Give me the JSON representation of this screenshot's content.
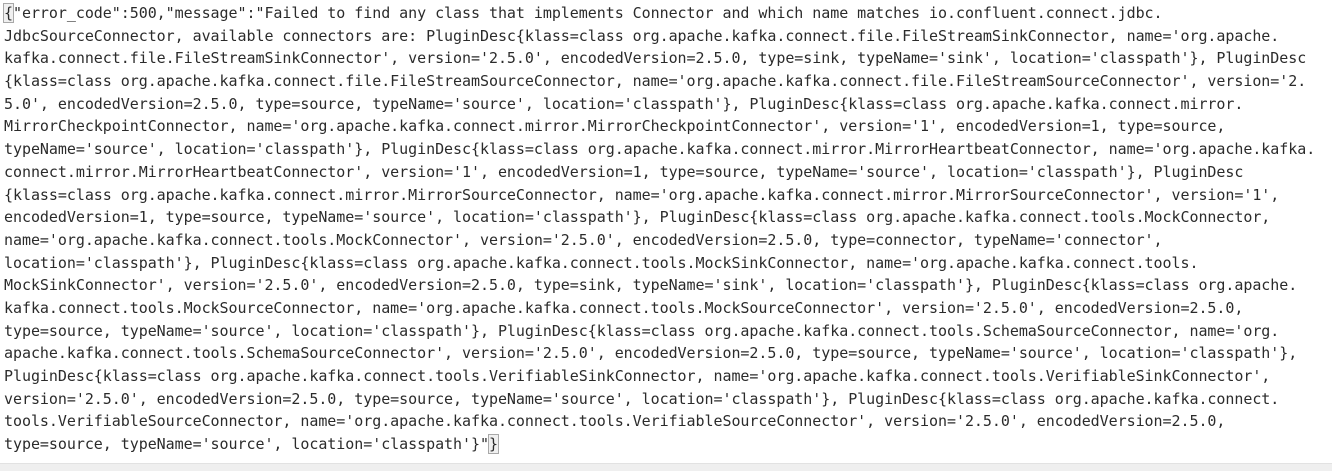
{
  "response": {
    "open_brace": "{",
    "close_brace": "}",
    "lines": [
      "\"error_code\":500,\"message\":\"Failed to find any class that implements Connector and which name matches io.confluent.connect.jdbc.",
      "JdbcSourceConnector, available connectors are: PluginDesc{klass=class org.apache.kafka.connect.file.FileStreamSinkConnector, name='org.apache.",
      "kafka.connect.file.FileStreamSinkConnector', version='2.5.0', encodedVersion=2.5.0, type=sink, typeName='sink', location='classpath'}, PluginDesc",
      "{klass=class org.apache.kafka.connect.file.FileStreamSourceConnector, name='org.apache.kafka.connect.file.FileStreamSourceConnector', version='2.",
      "5.0', encodedVersion=2.5.0, type=source, typeName='source', location='classpath'}, PluginDesc{klass=class org.apache.kafka.connect.mirror.",
      "MirrorCheckpointConnector, name='org.apache.kafka.connect.mirror.MirrorCheckpointConnector', version='1', encodedVersion=1, type=source,",
      "typeName='source', location='classpath'}, PluginDesc{klass=class org.apache.kafka.connect.mirror.MirrorHeartbeatConnector, name='org.apache.kafka.",
      "connect.mirror.MirrorHeartbeatConnector', version='1', encodedVersion=1, type=source, typeName='source', location='classpath'}, PluginDesc",
      "{klass=class org.apache.kafka.connect.mirror.MirrorSourceConnector, name='org.apache.kafka.connect.mirror.MirrorSourceConnector', version='1',",
      "encodedVersion=1, type=source, typeName='source', location='classpath'}, PluginDesc{klass=class org.apache.kafka.connect.tools.MockConnector,",
      "name='org.apache.kafka.connect.tools.MockConnector', version='2.5.0', encodedVersion=2.5.0, type=connector, typeName='connector',",
      "location='classpath'}, PluginDesc{klass=class org.apache.kafka.connect.tools.MockSinkConnector, name='org.apache.kafka.connect.tools.",
      "MockSinkConnector', version='2.5.0', encodedVersion=2.5.0, type=sink, typeName='sink', location='classpath'}, PluginDesc{klass=class org.apache.",
      "kafka.connect.tools.MockSourceConnector, name='org.apache.kafka.connect.tools.MockSourceConnector', version='2.5.0', encodedVersion=2.5.0,",
      "type=source, typeName='source', location='classpath'}, PluginDesc{klass=class org.apache.kafka.connect.tools.SchemaSourceConnector, name='org.",
      "apache.kafka.connect.tools.SchemaSourceConnector', version='2.5.0', encodedVersion=2.5.0, type=source, typeName='source', location='classpath'},",
      "PluginDesc{klass=class org.apache.kafka.connect.tools.VerifiableSinkConnector, name='org.apache.kafka.connect.tools.VerifiableSinkConnector',",
      "version='2.5.0', encodedVersion=2.5.0, type=source, typeName='source', location='classpath'}, PluginDesc{klass=class org.apache.kafka.connect.",
      "tools.VerifiableSourceConnector, name='org.apache.kafka.connect.tools.VerifiableSourceConnector', version='2.5.0', encodedVersion=2.5.0,",
      "type=source, typeName='source', location='classpath'}\""
    ]
  }
}
